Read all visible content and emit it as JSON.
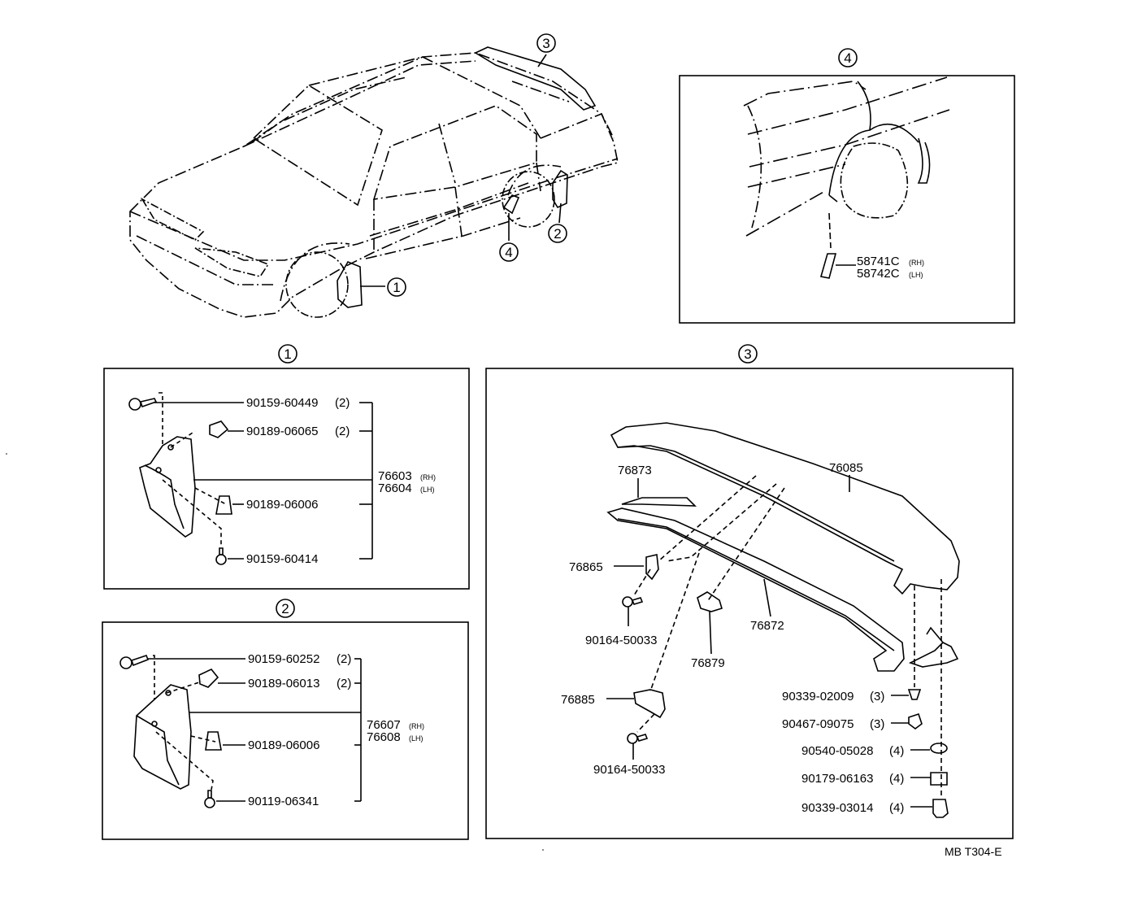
{
  "callouts": {
    "c1": "1",
    "c2": "2",
    "c3": "3",
    "c4": "4"
  },
  "section4": {
    "part_rh": "58741C",
    "part_rh_side": "(RH)",
    "part_lh": "58742C",
    "part_lh_side": "(LH)"
  },
  "section1": {
    "items": [
      {
        "part": "90159-60449",
        "qty": "(2)"
      },
      {
        "part": "90189-06065",
        "qty": "(2)"
      },
      {
        "part": "90189-06006",
        "qty": ""
      },
      {
        "part": "90159-60414",
        "qty": ""
      }
    ],
    "main_rh": "76603",
    "main_rh_side": "(RH)",
    "main_lh": "76604",
    "main_lh_side": "(LH)"
  },
  "section2": {
    "items": [
      {
        "part": "90159-60252",
        "qty": "(2)"
      },
      {
        "part": "90189-06013",
        "qty": "(2)"
      },
      {
        "part": "90189-06006",
        "qty": ""
      },
      {
        "part": "90119-06341",
        "qty": ""
      }
    ],
    "main_rh": "76607",
    "main_rh_side": "(RH)",
    "main_lh": "76608",
    "main_lh_side": "(LH)"
  },
  "section3": {
    "spoiler": "76085",
    "bracket_top": "76873",
    "gasket": "76872",
    "clip_left": "76865",
    "screw_a": "90164-50033",
    "clip_center": "76879",
    "clip_lower": "76885",
    "screw_b": "90164-50033",
    "hardware": [
      {
        "part": "90339-02009",
        "qty": "(3)"
      },
      {
        "part": "90467-09075",
        "qty": "(3)"
      },
      {
        "part": "90540-05028",
        "qty": "(4)"
      },
      {
        "part": "90179-06163",
        "qty": "(4)"
      },
      {
        "part": "90339-03014",
        "qty": "(4)"
      }
    ]
  },
  "footer_code": "MB T304-E"
}
